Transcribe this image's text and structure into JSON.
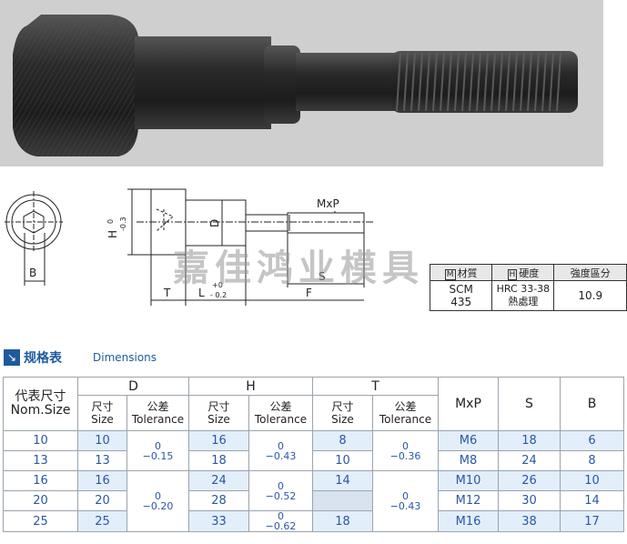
{
  "photo": {
    "alt": "shoulder bolt photo"
  },
  "drawing": {
    "labels": {
      "mxp": "MxP",
      "h": "H",
      "h_tol_top": "0",
      "h_tol_bottom": "-0.3",
      "d": "D",
      "b": "B",
      "s": "S",
      "t": "T",
      "l": "L",
      "l_tol_top": "+0",
      "l_tol_bottom": "- 0.2",
      "f": "F"
    }
  },
  "watermark": "嘉佳鸿业模具",
  "material_table": {
    "headers": [
      {
        "badge": "M",
        "text": "材質"
      },
      {
        "badge": "H",
        "text": "硬度"
      },
      {
        "badge": "",
        "text": "強度區分"
      }
    ],
    "row": [
      "SCM\n435",
      "HRC 33-38\n熱處理",
      "10.9"
    ]
  },
  "section": {
    "icon": "arrow-icon",
    "title": "规格表",
    "subtitle": "Dimensions"
  },
  "spec_table": {
    "nom_label_zh": "代表尺寸",
    "nom_label_en": "Nom.Size",
    "groups": [
      "D",
      "H",
      "T"
    ],
    "size_zh": "尺寸",
    "size_en": "Size",
    "tol_zh": "公差",
    "tol_en": "Tolerance",
    "mxp": "MxP",
    "s": "S",
    "b": "B",
    "rows": [
      {
        "nom": "10",
        "d": "10",
        "h": "16",
        "t": "8",
        "mxp": "M6",
        "s": "18",
        "b": "6"
      },
      {
        "nom": "13",
        "d": "13",
        "h": "18",
        "t": "10",
        "mxp": "M8",
        "s": "24",
        "b": "8"
      },
      {
        "nom": "16",
        "d": "16",
        "h": "24",
        "t": "14",
        "mxp": "M10",
        "s": "26",
        "b": "10"
      },
      {
        "nom": "20",
        "d": "20",
        "h": "28",
        "t": "",
        "mxp": "M12",
        "s": "30",
        "b": "14"
      },
      {
        "nom": "25",
        "d": "25",
        "h": "33",
        "t": "18",
        "mxp": "M16",
        "s": "38",
        "b": "17"
      }
    ],
    "d_tol": [
      {
        "top": "0",
        "bottom": "−0.15"
      },
      {
        "top": "0",
        "bottom": "−0.20"
      }
    ],
    "h_tol": [
      {
        "top": "0",
        "bottom": "−0.43"
      },
      {
        "top": "0",
        "bottom": "−0.52"
      },
      {
        "top": "0",
        "bottom": "−0.62"
      }
    ],
    "t_tol": [
      {
        "top": "0",
        "bottom": "−0.36"
      },
      {
        "top": "0",
        "bottom": "−0.43"
      }
    ]
  }
}
